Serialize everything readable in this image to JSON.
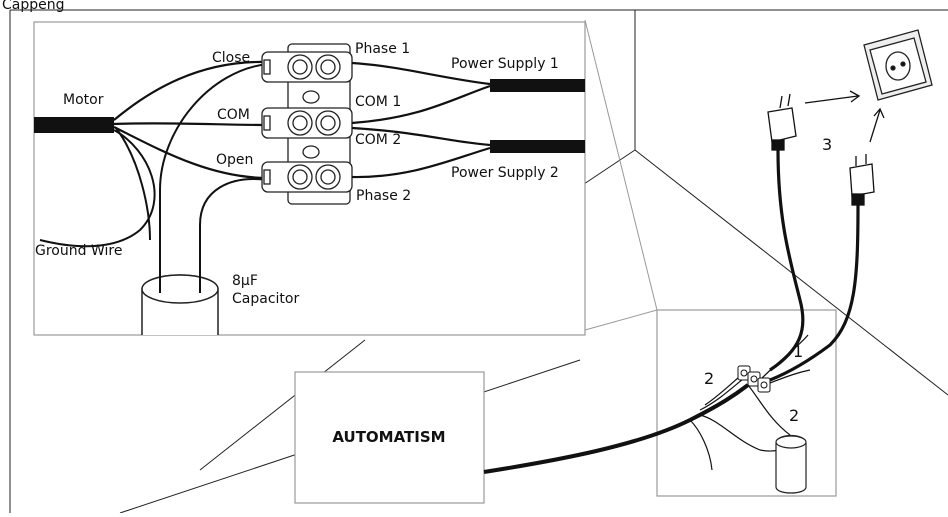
{
  "header_fragment": "Cappeng",
  "inset": {
    "labels": {
      "close": "Close",
      "phase1": "Phase 1",
      "power_supply_1": "Power Supply 1",
      "motor": "Motor",
      "com": "COM",
      "com1": "COM 1",
      "com2": "COM 2",
      "open": "Open",
      "power_supply_2": "Power Supply 2",
      "phase2": "Phase 2",
      "ground_wire": "Ground Wire",
      "capacitor_value": "8µF",
      "capacitor": "Capacitor"
    }
  },
  "automatism": {
    "label": "AUTOMATISM"
  },
  "steps": {
    "one": "1",
    "two_a": "2",
    "two_b": "2",
    "three": "3"
  }
}
